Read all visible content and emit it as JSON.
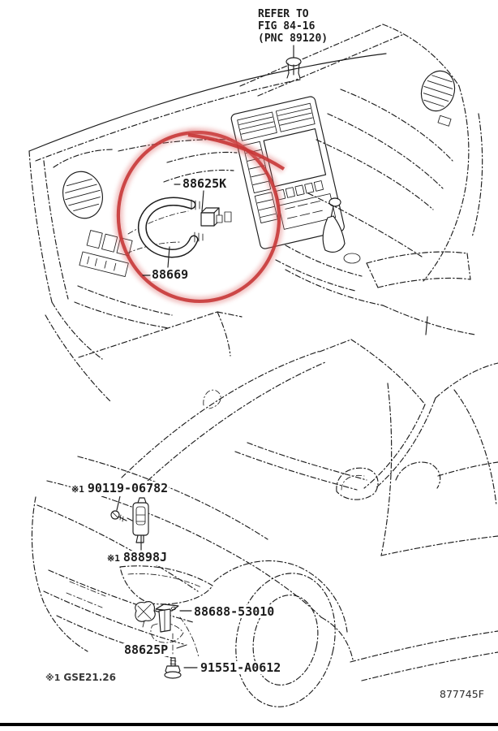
{
  "diagram": {
    "refer_note": {
      "line1": "REFER TO",
      "line2": "FIG 84-16",
      "line3": "(PNC 89120)"
    },
    "labels": {
      "in_dash_sensor": {
        "number": "88625K"
      },
      "aspirator_hose": {
        "number": "88669"
      },
      "screw": {
        "prefix": "※1",
        "number": "90119-06782"
      },
      "room_sensor": {
        "prefix": "※1",
        "number": "88898J"
      },
      "bracket": {
        "number": "88688-53010"
      },
      "ambient_sensor": {
        "number": "88625P"
      },
      "bolt": {
        "number": "91551-A0612"
      }
    },
    "footnote": {
      "prefix": "※1",
      "code": "GSE21.26"
    },
    "figure_code": "877745F",
    "colors": {
      "line": "#1c1c1c",
      "highlight": "#c63434",
      "background": "#ffffff"
    }
  }
}
